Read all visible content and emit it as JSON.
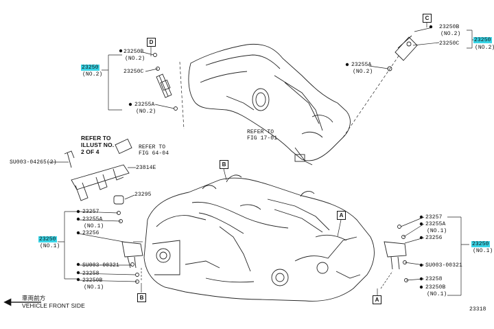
{
  "title_jp": "車両前方",
  "title_en": "VEHICLE FRONT SIDE",
  "diagram_number": "23318",
  "refs": {
    "illust": [
      "REFER TO",
      "ILLUST NO.",
      "2 OF 4"
    ],
    "fig6404": [
      "REFER TO",
      "FIG 64-04"
    ],
    "fig1701": [
      "REFER TO",
      "FIG 17-01"
    ]
  },
  "boxes": {
    "a": "A",
    "b": "B",
    "c": "C",
    "d": "D"
  },
  "parts": {
    "p23250b": "23250B",
    "p23250c": "23250C",
    "p23250": "23250",
    "p23255a": "23255A",
    "p23257": "23257",
    "p23256": "23256",
    "p23258": "23258",
    "p23295": "23295",
    "p23814e": "23814E",
    "su003_04265": "SU003-04265(2)",
    "su003_00321": "SU003-00321"
  },
  "qty": {
    "no1": "(NO.1)",
    "no2": "(NO.2)"
  }
}
